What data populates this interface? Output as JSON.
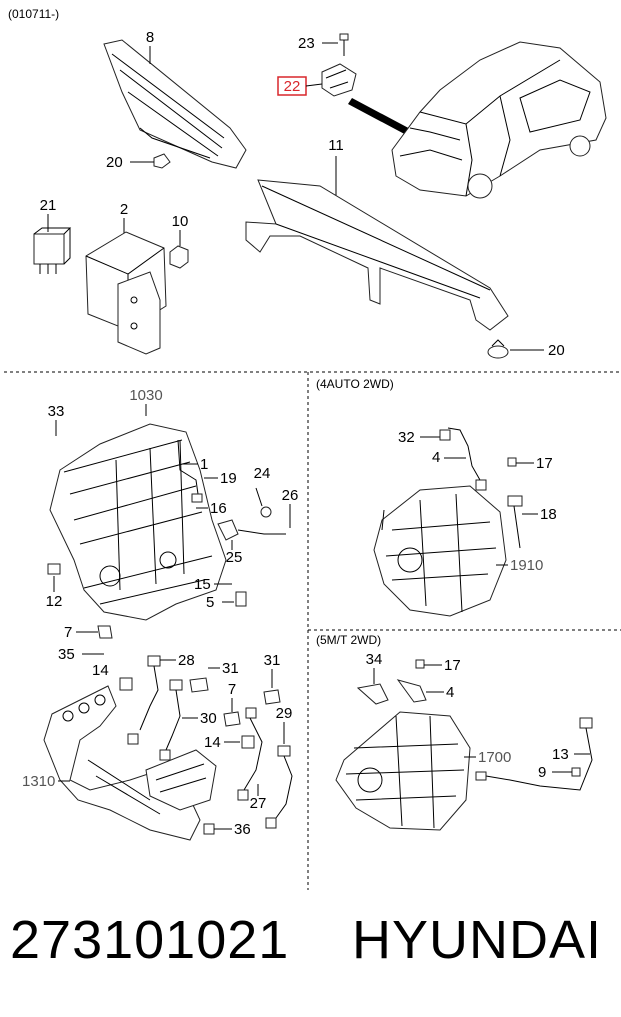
{
  "header": {
    "code": "(010711-)"
  },
  "sections": {
    "auto": "(4AUTO 2WD)",
    "manual": "(5M/T 2WD)"
  },
  "highlighted_part": "22",
  "labels": {
    "p8": "8",
    "p23": "23",
    "p22": "22",
    "p20a": "20",
    "p11": "11",
    "p21": "21",
    "p2": "2",
    "p10": "10",
    "p20b": "20",
    "p1030": "1030",
    "p33": "33",
    "p1": "1",
    "p19": "19",
    "p24": "24",
    "p16": "16",
    "p26": "26",
    "p25": "25",
    "p12": "12",
    "p15": "15",
    "p5": "5",
    "p7a": "7",
    "p35": "35",
    "p14a": "14",
    "p28": "28",
    "p31a": "31",
    "p31b": "31",
    "p7b": "7",
    "p30": "30",
    "p29": "29",
    "p14b": "14",
    "p1310": "1310",
    "p27": "27",
    "p36": "36",
    "p32": "32",
    "p4a": "4",
    "p17a": "17",
    "p18": "18",
    "p1910": "1910",
    "p34": "34",
    "p17b": "17",
    "p4b": "4",
    "p1700": "1700",
    "p13": "13",
    "p9": "9"
  },
  "footer": {
    "part_number": "273101021",
    "brand": "HYUNDAI"
  },
  "colors": {
    "highlight": "#d9262b",
    "line": "#000000",
    "label_grey": "#555555"
  }
}
